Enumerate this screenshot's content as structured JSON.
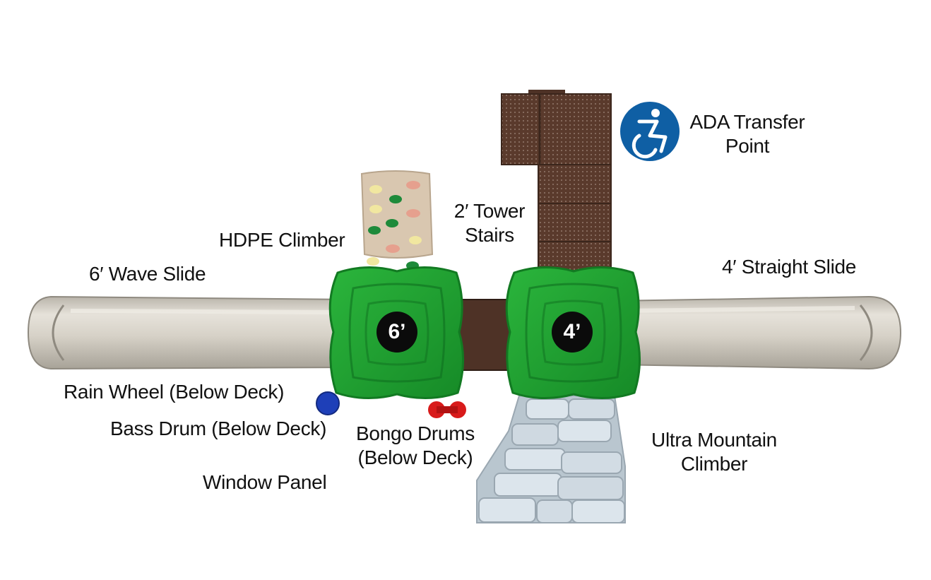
{
  "labels": {
    "ada_line1": "ADA Transfer",
    "ada_line2": "Point",
    "tower_stairs_line1": "2′ Tower",
    "tower_stairs_line2": "Stairs",
    "hdpe_climber": "HDPE Climber",
    "wave_slide": "6′ Wave Slide",
    "straight_slide": "4′ Straight Slide",
    "rain_wheel": "Rain Wheel (Below Deck)",
    "bass_drum": "Bass Drum (Below Deck)",
    "bongo_line1": "Bongo Drums",
    "bongo_line2": "(Below Deck)",
    "window_panel": "Window Panel",
    "ultra_line1": "Ultra Mountain",
    "ultra_line2": "Climber"
  },
  "decks": {
    "left_height": "6’",
    "right_height": "4’"
  },
  "icons": {
    "ada": "accessible-wheelchair-icon"
  },
  "colors": {
    "deck_green": "#1fa031",
    "slide_tan": "#dcd8cf",
    "tower_brown": "#5a3a2c",
    "climber_beige": "#d9c7b0",
    "mountain_gray": "#c9d4dc",
    "ada_blue": "#0f5fa4",
    "drum_blue": "#1e3fb8",
    "drum_red": "#d81b1b"
  }
}
